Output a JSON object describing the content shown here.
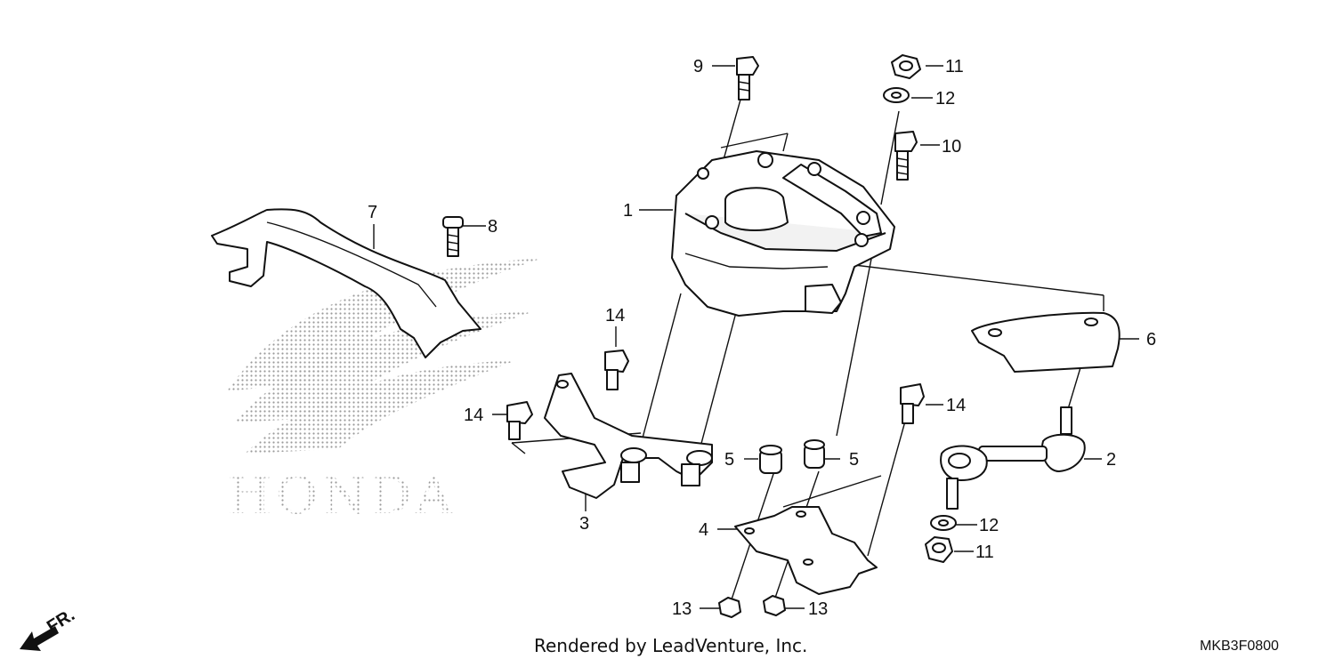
{
  "callouts": [
    "1",
    "2",
    "3",
    "4",
    "5",
    "6",
    "7",
    "8",
    "9",
    "10",
    "11",
    "12",
    "13",
    "14"
  ],
  "watermark": {
    "text": "HONDA"
  },
  "direction_arrow": {
    "label": "FR.",
    "icon": "front-direction-arrow-icon"
  },
  "footer": {
    "rendered_by": "Rendered by LeadVenture, Inc.",
    "diagram_code": "MKB3F0800"
  }
}
